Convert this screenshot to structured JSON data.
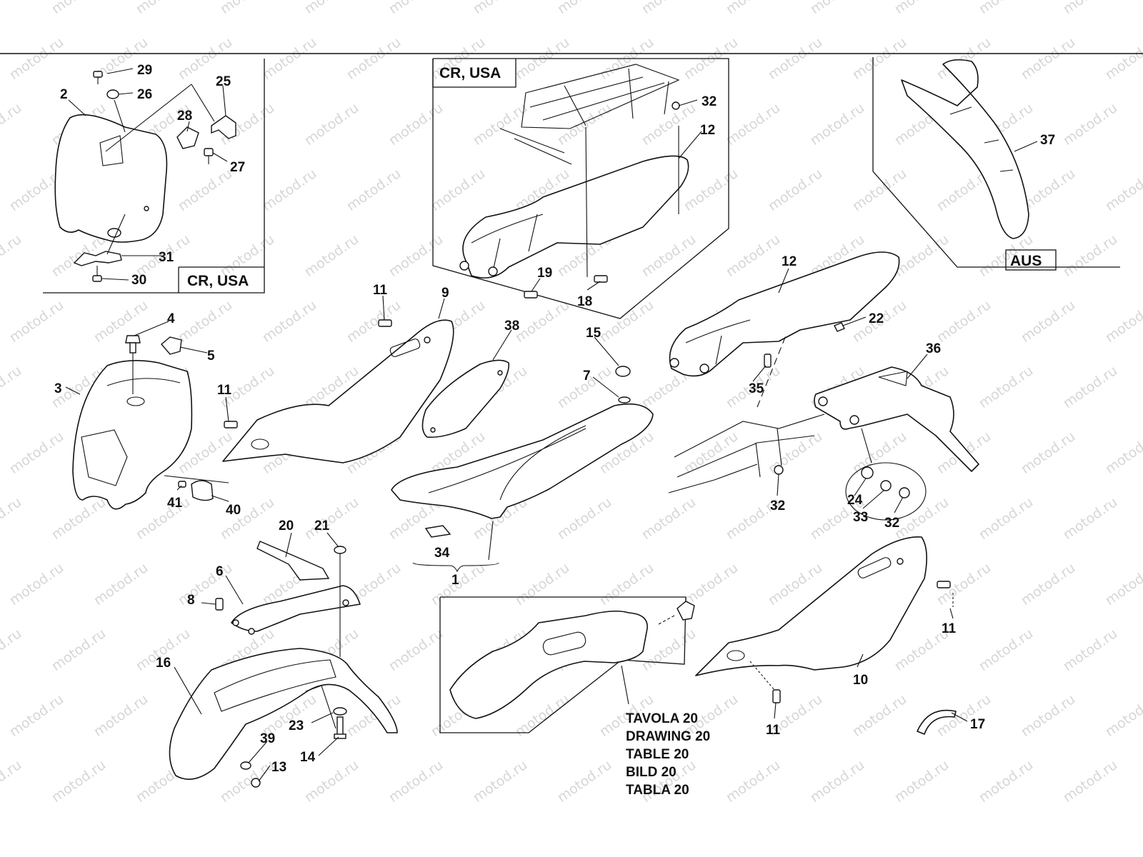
{
  "watermark": {
    "text": "motod.ru",
    "color": "#c9c9c9"
  },
  "region_labels": {
    "headlight_variant": "CR, USA",
    "seat_variant": "CR, USA",
    "mudguard_variant": "AUS"
  },
  "cross_reference": [
    "TAVOLA 20",
    "DRAWING 20",
    "TABLE 20",
    "BILD 20",
    "TABLA 20"
  ],
  "callouts": {
    "c1": "1",
    "c2": "2",
    "c3": "3",
    "c4": "4",
    "c5": "5",
    "c6": "6",
    "c7": "7",
    "c8": "8",
    "c9": "9",
    "c10": "10",
    "c11a": "11",
    "c11b": "11",
    "c11c": "11",
    "c11d": "11",
    "c12a": "12",
    "c12b": "12",
    "c13": "13",
    "c14": "14",
    "c15": "15",
    "c16": "16",
    "c17": "17",
    "c18": "18",
    "c19": "19",
    "c20": "20",
    "c21": "21",
    "c22": "22",
    "c23": "23",
    "c24": "24",
    "c25": "25",
    "c26": "26",
    "c27": "27",
    "c28": "28",
    "c29": "29",
    "c30": "30",
    "c31": "31",
    "c32a": "32",
    "c32b": "32",
    "c32c": "32",
    "c33": "33",
    "c34": "34",
    "c35": "35",
    "c36": "36",
    "c37": "37",
    "c38": "38",
    "c39": "39",
    "c40": "40",
    "c41": "41"
  }
}
